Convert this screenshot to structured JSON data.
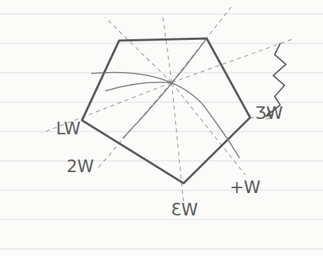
{
  "diagram": {
    "labels": [
      "LW",
      "2W",
      "ƐW",
      "+W",
      "ƷW"
    ]
  }
}
